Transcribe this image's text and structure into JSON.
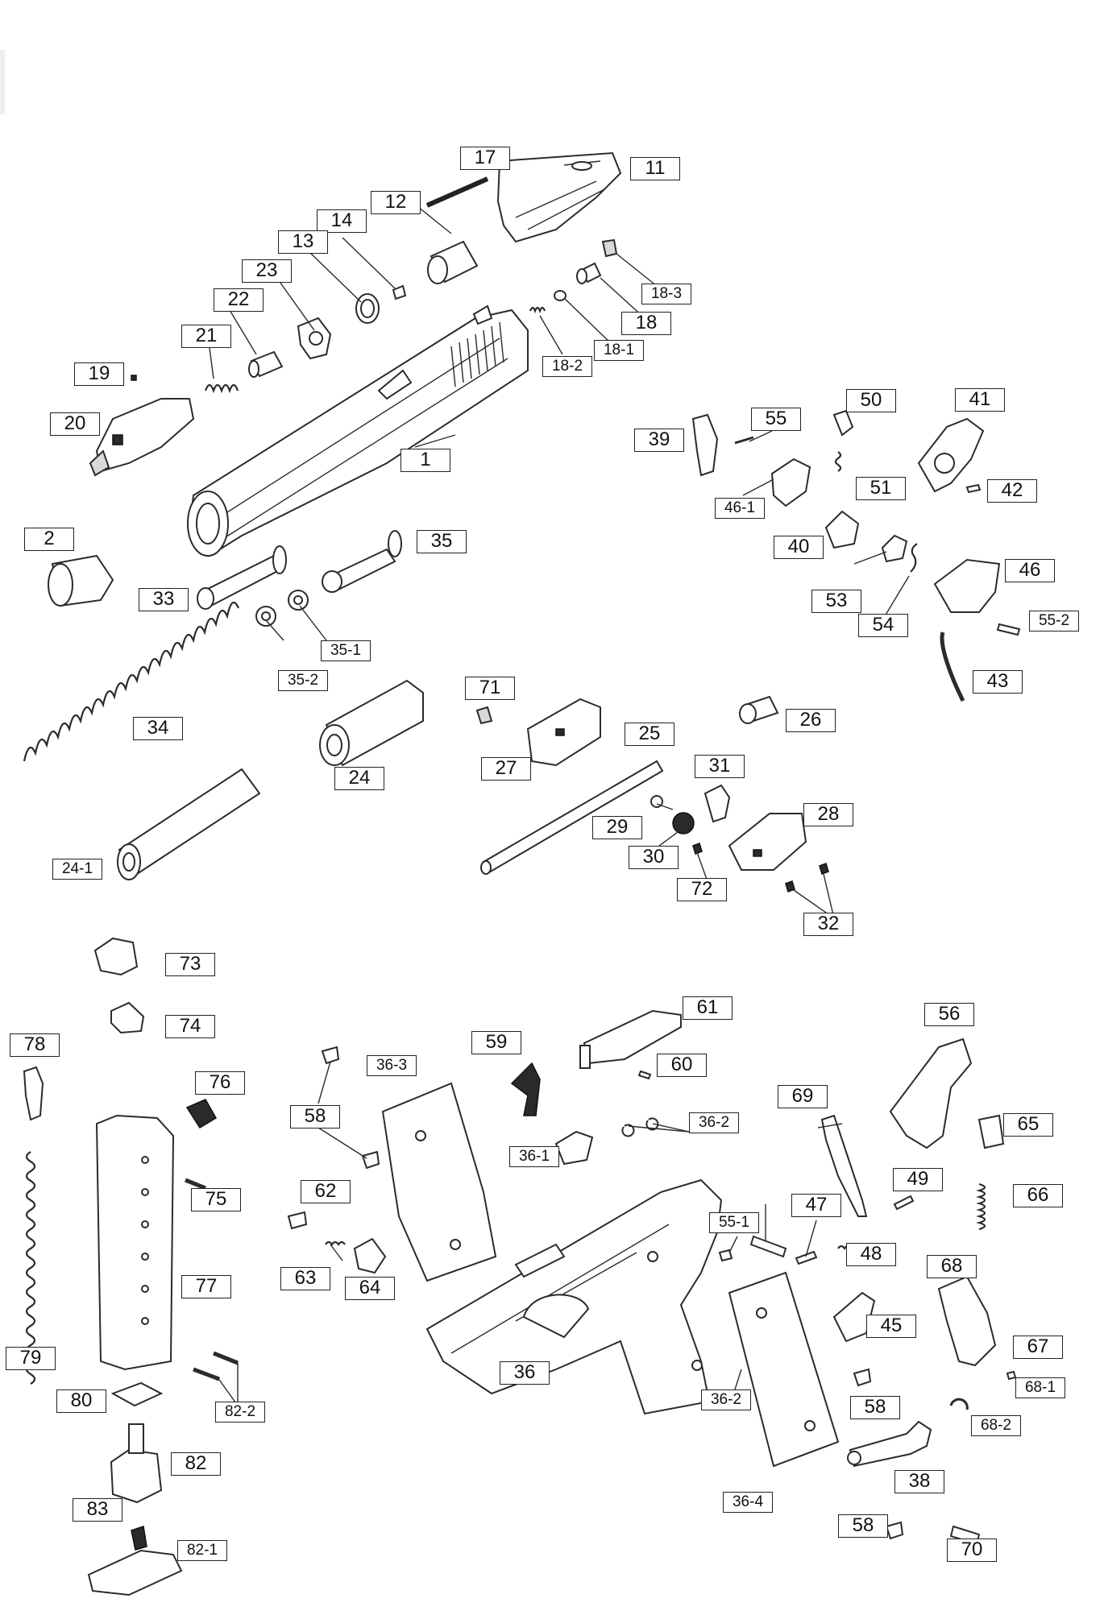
{
  "diagram": {
    "labels": [
      "17",
      "11",
      "12",
      "14",
      "13",
      "23",
      "22",
      "21",
      "19",
      "20",
      "1",
      "18-3",
      "18",
      "18-1",
      "18-2",
      "2",
      "35",
      "33",
      "35-1",
      "35-2",
      "34",
      "24",
      "24-1",
      "55",
      "50",
      "41",
      "39",
      "51",
      "42",
      "46-1",
      "40",
      "53",
      "46",
      "54",
      "55-2",
      "43",
      "71",
      "27",
      "25",
      "26",
      "31",
      "29",
      "30",
      "28",
      "72",
      "32",
      "73",
      "74",
      "78",
      "76",
      "58",
      "36-3",
      "59",
      "61",
      "60",
      "56",
      "65",
      "36-2",
      "36-1",
      "69",
      "49",
      "66",
      "55-1",
      "47",
      "48",
      "62",
      "63",
      "64",
      "75",
      "77",
      "68",
      "45",
      "67",
      "79",
      "80",
      "82-2",
      "36",
      "36-2",
      "68-1",
      "58",
      "68-2",
      "82",
      "38",
      "36-4",
      "83",
      "58",
      "70",
      "82-1"
    ]
  }
}
